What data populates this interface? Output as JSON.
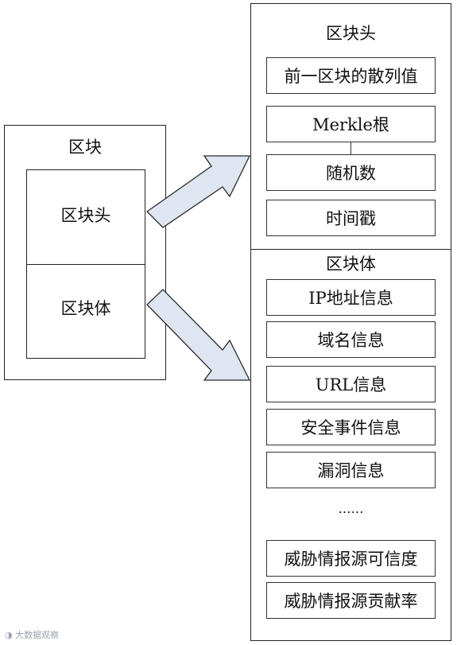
{
  "left": {
    "title": "区块",
    "header_label": "区块头",
    "body_label": "区块体"
  },
  "right_header": {
    "title": "区块头",
    "fields": [
      "前一区块的散列值",
      "Merkle根",
      "随机数",
      "时间戳"
    ]
  },
  "right_body": {
    "title": "区块体",
    "fields": [
      "IP地址信息",
      "域名信息",
      "URL信息",
      "安全事件信息",
      "漏洞信息"
    ],
    "ellipsis": "……",
    "extra_fields": [
      "威胁情报源可信度",
      "威胁情报源贡献率"
    ]
  },
  "colors": {
    "arrow_fill": "#dde6f1",
    "arrow_stroke": "#2a2a2a"
  },
  "watermark": {
    "text": "大数据观察"
  }
}
